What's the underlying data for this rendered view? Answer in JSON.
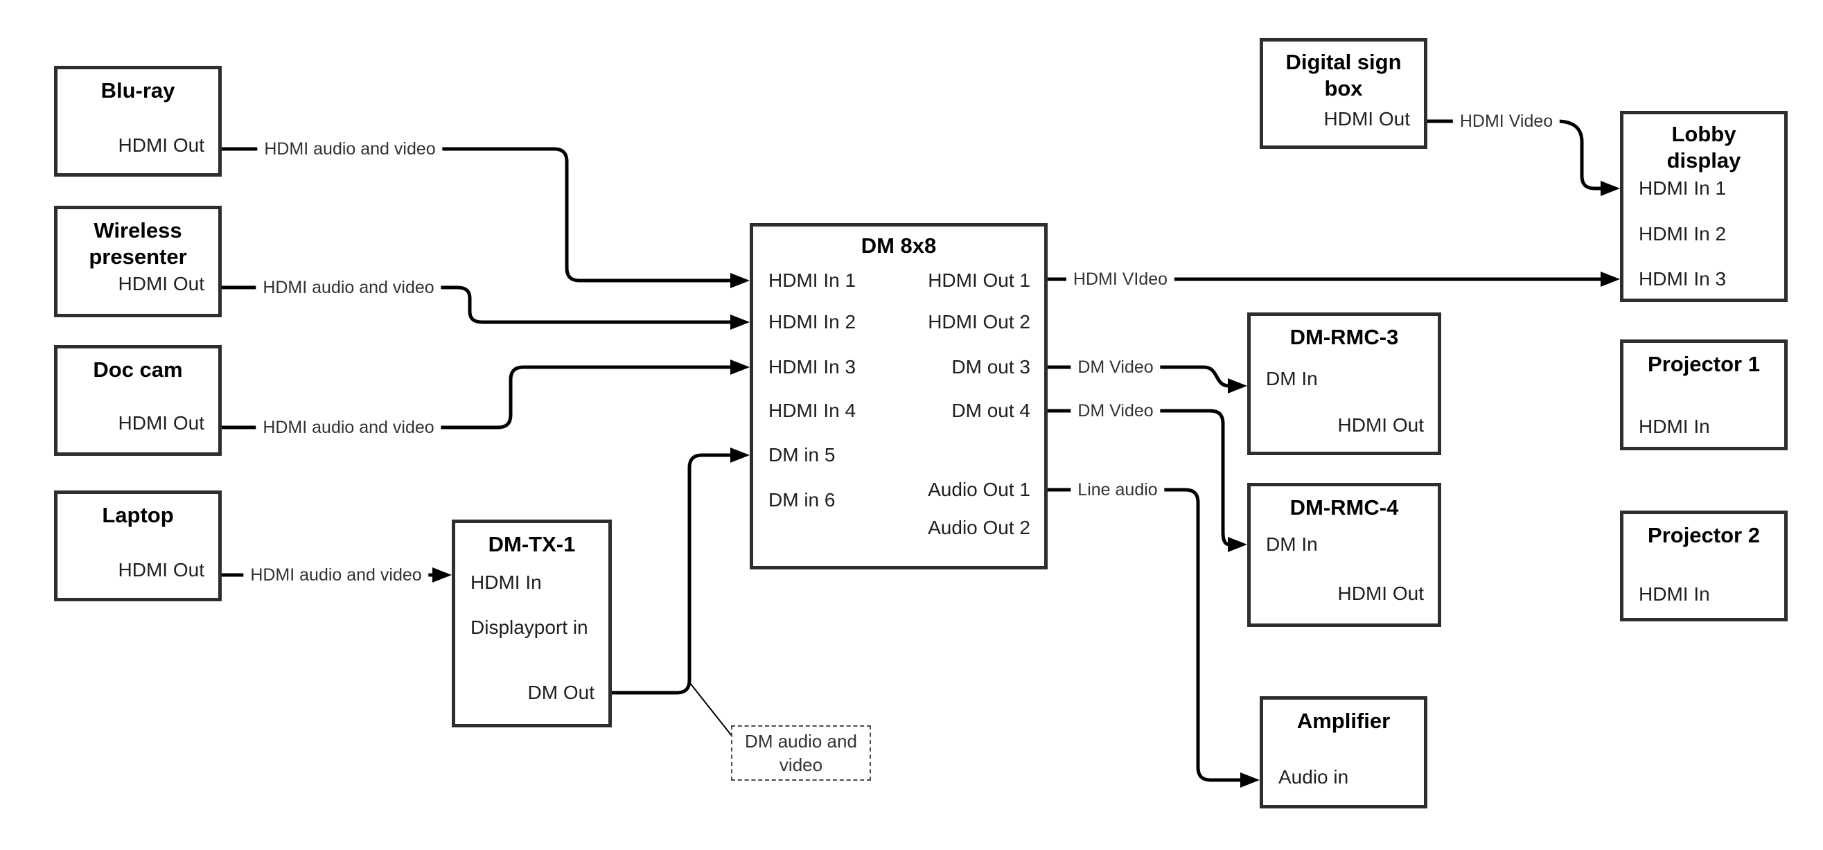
{
  "nodes": {
    "bluray": {
      "title": "Blu-ray",
      "port_hdmi_out": "HDMI Out"
    },
    "wireless_presenter": {
      "title_line1": "Wireless",
      "title_line2": "presenter",
      "port_hdmi_out": "HDMI Out"
    },
    "doc_cam": {
      "title": "Doc cam",
      "port_hdmi_out": "HDMI Out"
    },
    "laptop": {
      "title": "Laptop",
      "port_hdmi_out": "HDMI Out"
    },
    "dm_tx_1": {
      "title": "DM-TX-1",
      "port_hdmi_in": "HDMI In",
      "port_displayport_in": "Displayport in",
      "port_dm_out": "DM Out"
    },
    "dm_8x8": {
      "title": "DM 8x8",
      "port_hdmi_in_1": "HDMI In 1",
      "port_hdmi_in_2": "HDMI In 2",
      "port_hdmi_in_3": "HDMI In 3",
      "port_hdmi_in_4": "HDMI In 4",
      "port_dm_in_5": "DM in 5",
      "port_dm_in_6": "DM in 6",
      "port_hdmi_out_1": "HDMI Out 1",
      "port_hdmi_out_2": "HDMI Out 2",
      "port_dm_out_3": "DM out 3",
      "port_dm_out_4": "DM out 4",
      "port_audio_out_1": "Audio Out 1",
      "port_audio_out_2": "Audio Out 2"
    },
    "digital_sign_box": {
      "title_line1": "Digital sign",
      "title_line2": "box",
      "port_hdmi_out": "HDMI Out"
    },
    "lobby_display": {
      "title_line1": "Lobby",
      "title_line2": "display",
      "port_hdmi_in_1": "HDMI In 1",
      "port_hdmi_in_2": "HDMI In 2",
      "port_hdmi_in_3": "HDMI In 3"
    },
    "dm_rmc_3": {
      "title": "DM-RMC-3",
      "port_dm_in": "DM In",
      "port_hdmi_out": "HDMI Out"
    },
    "projector_1": {
      "title": "Projector 1",
      "port_hdmi_in": "HDMI In"
    },
    "dm_rmc_4": {
      "title": "DM-RMC-4",
      "port_dm_in": "DM In",
      "port_hdmi_out": "HDMI Out"
    },
    "projector_2": {
      "title": "Projector 2",
      "port_hdmi_in": "HDMI In"
    },
    "amplifier": {
      "title": "Amplifier",
      "port_audio_in": "Audio in"
    }
  },
  "wire_labels": {
    "bluray_to_dm8x8": "HDMI audio and video",
    "wireless_to_dm8x8": "HDMI audio and video",
    "doccam_to_dm8x8": "HDMI audio and video",
    "laptop_to_dmtx": "HDMI audio and video",
    "hdmi_out1_to_lobby": "HDMI VIdeo",
    "dm_out3_to_rmc3": "DM Video",
    "dm_out4_to_rmc4": "DM Video",
    "audio_out1_to_amp": "Line audio",
    "digital_sign_to_lobby": "HDMI Video"
  },
  "annotation": {
    "line1": "DM audio and",
    "line2": "video"
  },
  "colors": {
    "wire": "#000000",
    "box_border": "#2e2e2e",
    "port_text": "#1f1f1f",
    "label_text": "#333333",
    "background": "#ffffff"
  }
}
